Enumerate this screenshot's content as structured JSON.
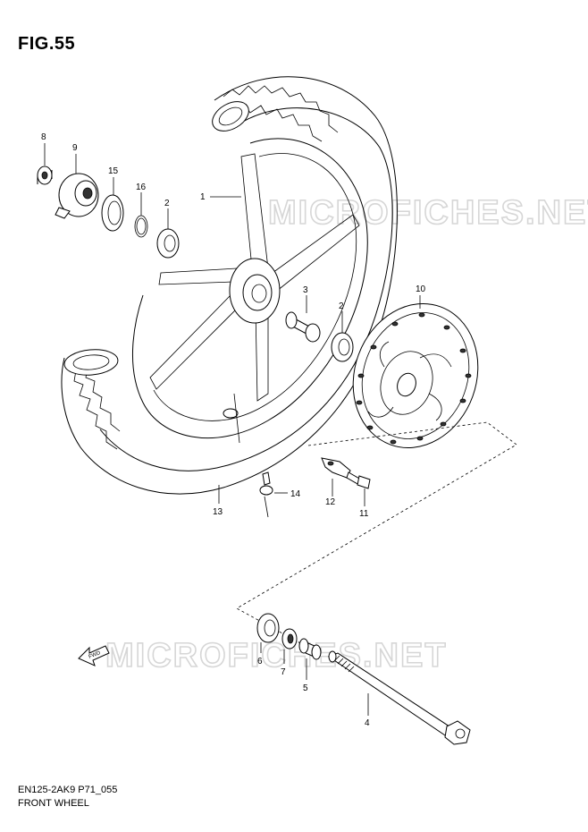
{
  "figure": {
    "title": "FIG.55",
    "code": "EN125-2AK9 P71_055",
    "name": "FRONT WHEEL",
    "watermark": "MICROFICHES.NET",
    "fwd_label": "FWD"
  },
  "callouts": {
    "p1": "1",
    "p2a": "2",
    "p2b": "2",
    "p3": "3",
    "p4": "4",
    "p5": "5",
    "p6": "6",
    "p7": "7",
    "p8": "8",
    "p9": "9",
    "p10": "10",
    "p11": "11",
    "p12": "12",
    "p13": "13",
    "p14": "14",
    "p15": "15",
    "p16": "16"
  },
  "colors": {
    "line": "#000000",
    "watermark": "#d6d6d6",
    "background": "#ffffff"
  }
}
